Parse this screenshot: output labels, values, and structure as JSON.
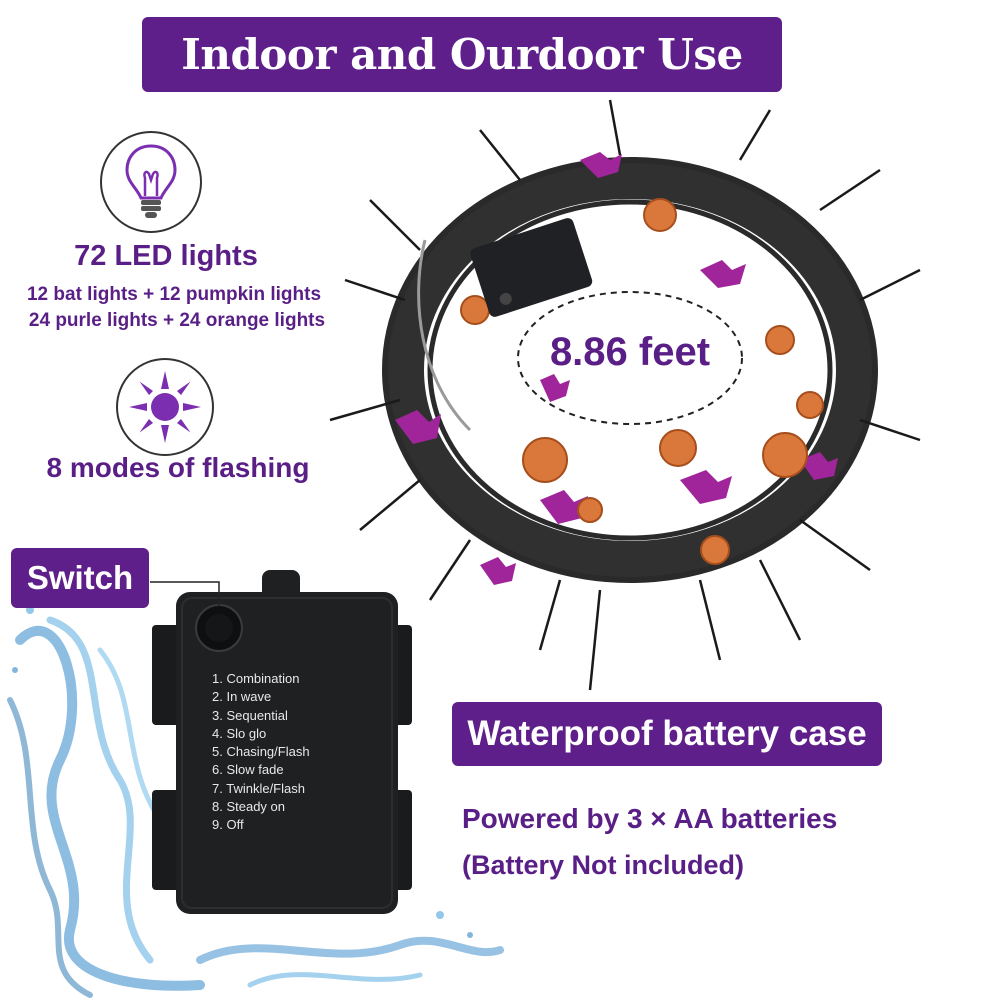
{
  "banner": {
    "title": "Indoor and Ourdoor Use"
  },
  "features": {
    "led_title": "72 LED lights",
    "led_line1": "12 bat lights + 12 pumpkin lights",
    "led_line2": "24 purle lights + 24 orange lights",
    "modes_title": "8 modes of flashing"
  },
  "wreath": {
    "length_label": "8.86 feet"
  },
  "battery": {
    "switch_label": "Switch",
    "modes": [
      "1. Combination",
      "2. In wave",
      "3. Sequential",
      "4. Slo glo",
      "5. Chasing/Flash",
      "6. Slow fade",
      "7. Twinkle/Flash",
      "8. Steady on",
      "9. Off"
    ]
  },
  "info": {
    "waterproof_label": "Waterproof battery case",
    "powered_by": "Powered by 3 × AA batteries",
    "not_included": "(Battery Not included)"
  },
  "colors": {
    "brand_purple": "#5e1f8a",
    "text_purple": "#5a1f86",
    "case_black": "#1f2022",
    "water_blue": "#2f86c8"
  },
  "icons": [
    "light-bulb-icon",
    "sun-icon"
  ]
}
